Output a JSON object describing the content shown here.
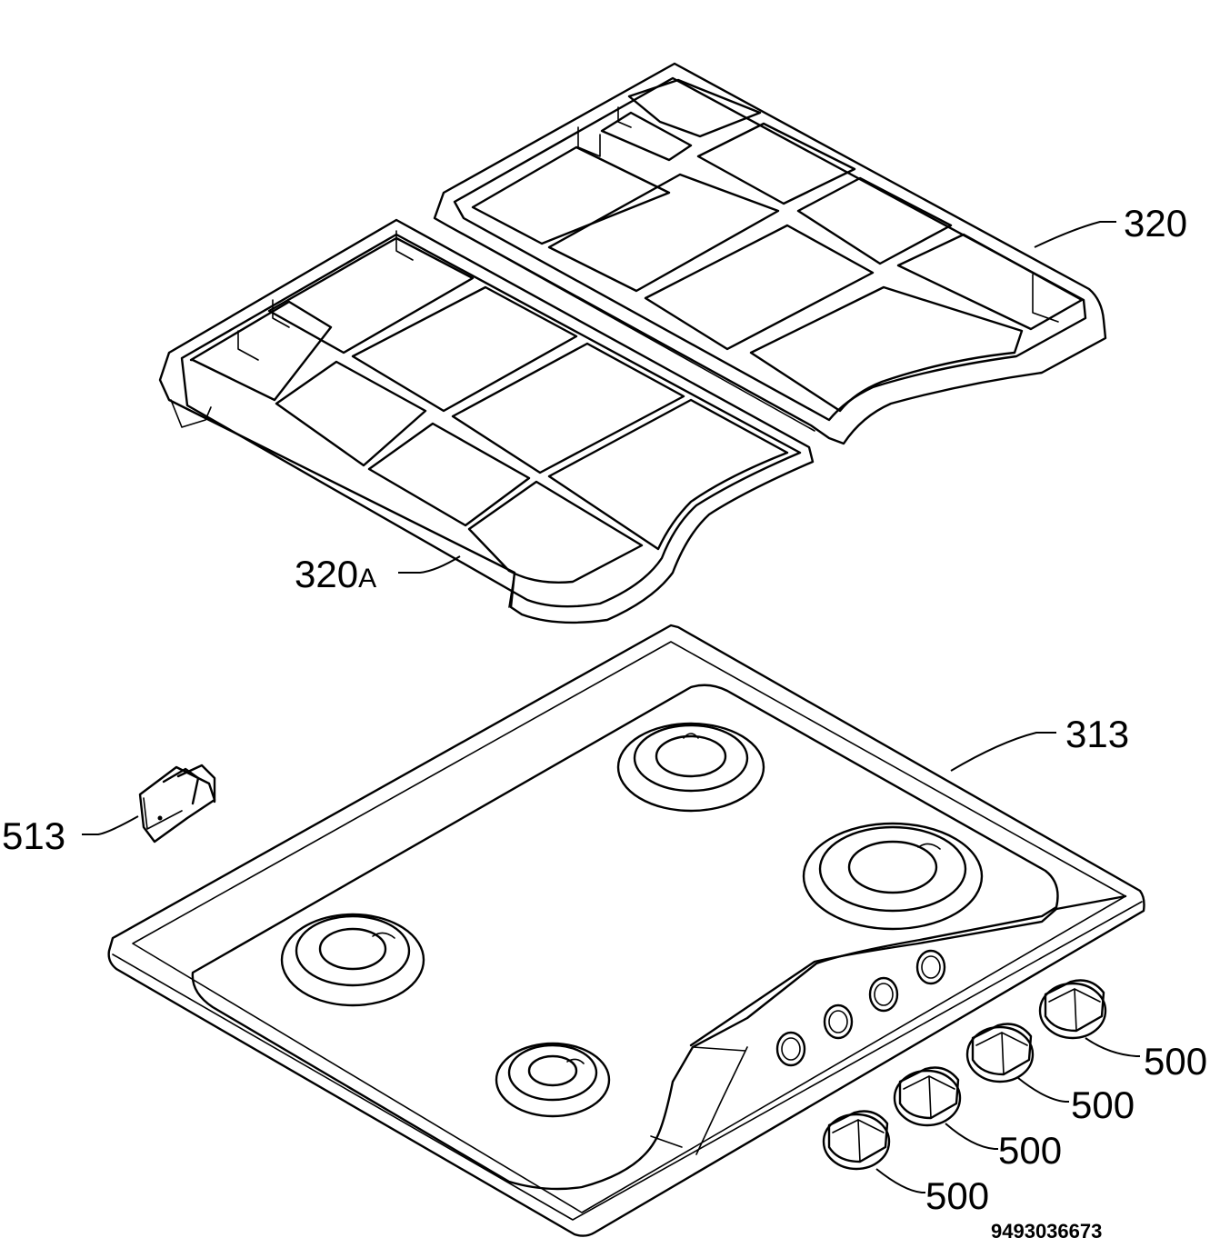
{
  "labels": {
    "grid_right": "320",
    "grid_left_num": "320",
    "grid_left_suffix": "A",
    "hob": "313",
    "clip": "513",
    "knob_1": "500",
    "knob_2": "500",
    "knob_3": "500",
    "knob_4": "500"
  },
  "drawing_number": "9493036673"
}
